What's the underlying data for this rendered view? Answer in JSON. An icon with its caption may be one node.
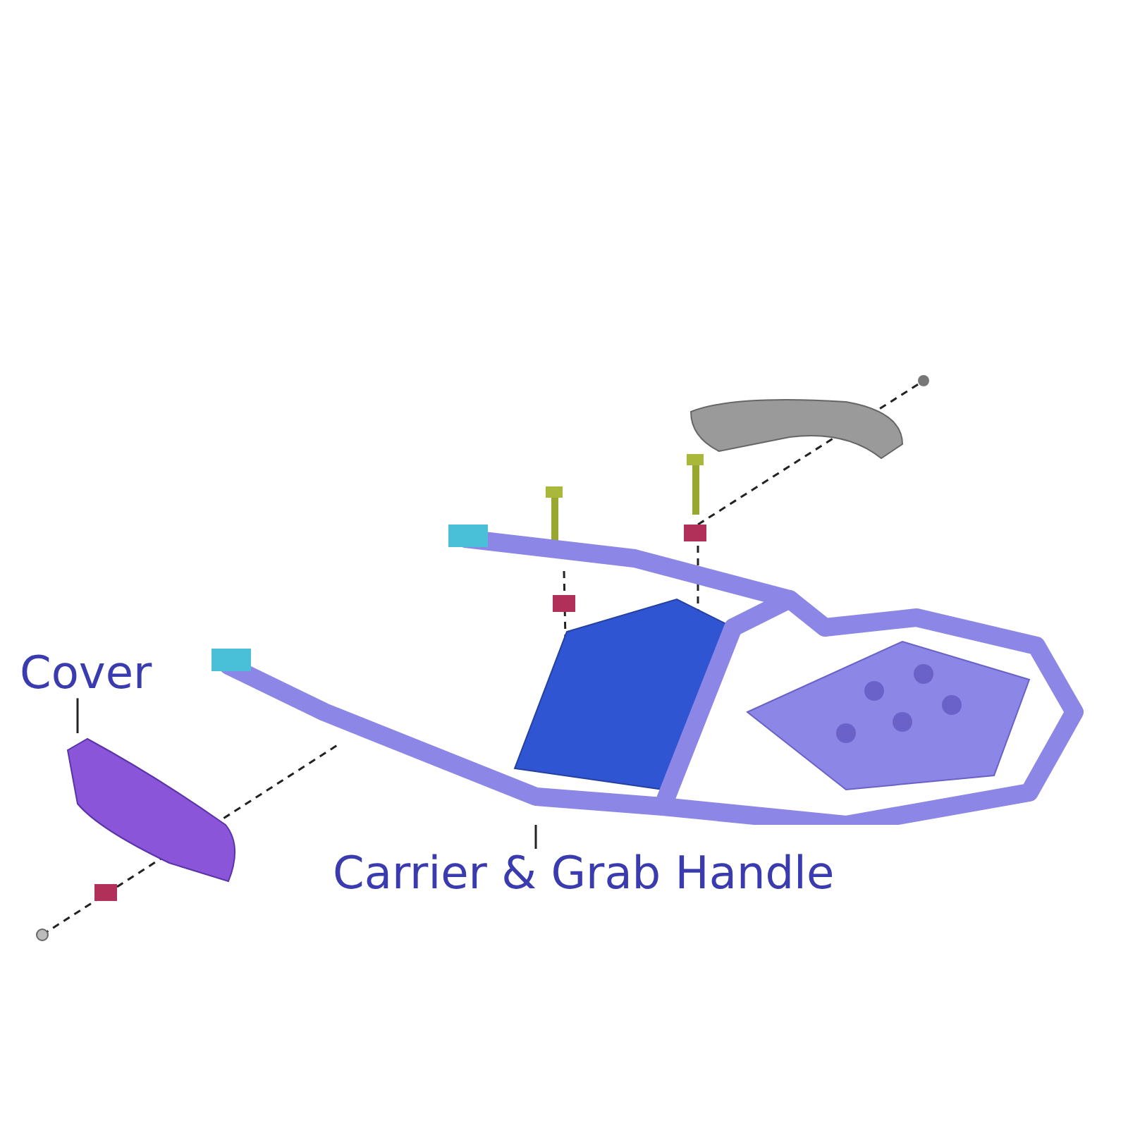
{
  "diagram": {
    "nodes": [
      {
        "text": [
          "Cover"
        ]
      },
      {
        "text": [],
        "shape": "picture"
      },
      {
        "text": [
          "Carrier & Grab Handle"
        ]
      },
      {
        "text": [],
        "shape": "picture"
      }
    ],
    "edges": [
      {
        "from": 0,
        "to": 1,
        "arrow": "none"
      },
      {
        "from": 2,
        "to": 3,
        "arrow": "none"
      }
    ]
  }
}
